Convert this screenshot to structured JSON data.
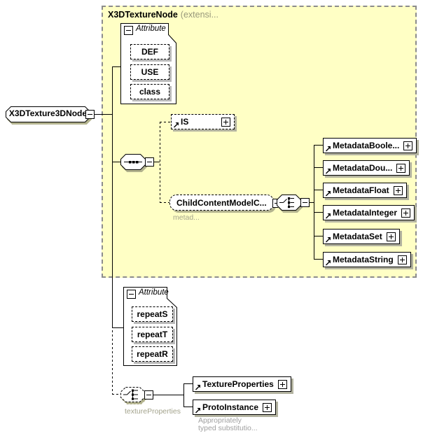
{
  "frame": {
    "title": "X3DTextureNode",
    "suffix": "(extensi..."
  },
  "root": {
    "label": "X3DTexture3DNode"
  },
  "attr_top": {
    "label": "Attribute",
    "items": [
      "DEF",
      "USE",
      "class"
    ]
  },
  "is_node": {
    "label": "IS"
  },
  "child_content": {
    "label": "ChildContentModelC...",
    "annotation": "metad..."
  },
  "metadata": {
    "items": [
      "MetadataBoole...",
      "MetadataDou...",
      "MetadataFloat",
      "MetadataInteger",
      "MetadataSet",
      "MetadataString"
    ]
  },
  "attr_bottom": {
    "label": "Attribute",
    "items": [
      "repeatS",
      "repeatT",
      "repeatR"
    ]
  },
  "texture_props": {
    "label": "textureProperties",
    "children": [
      "TextureProperties",
      "ProtoInstance"
    ],
    "annotation_line1": "Appropriately",
    "annotation_line2": "typed substitutio..."
  },
  "icons": {
    "collapse": "minus-icon",
    "expand": "plus-icon",
    "reference": "arrow-ref-icon",
    "sequence": "sequence-icon",
    "choice": "choice-icon"
  },
  "colors": {
    "frame_bg": "#ffffc5",
    "frame_border": "#8c8c8c",
    "shadow": "#b3b3a0",
    "annotation_text": "#a3a38c",
    "line": "#000000"
  }
}
